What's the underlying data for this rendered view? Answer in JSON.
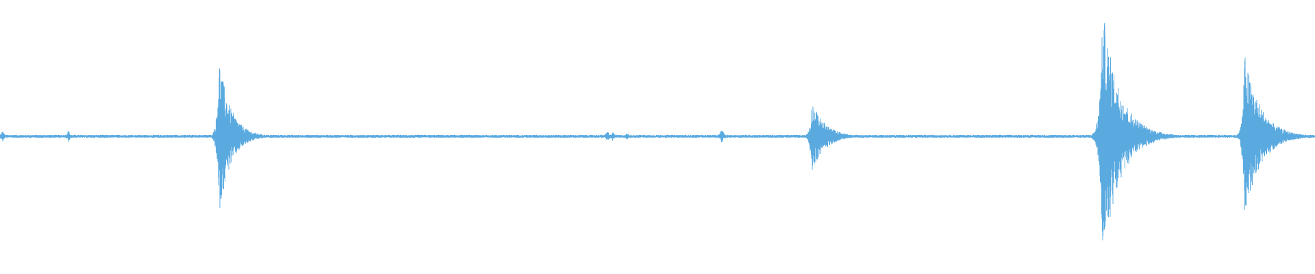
{
  "chart_data": {
    "type": "area",
    "description_role": "audio-waveform",
    "color": "#5aaae0",
    "x_range": [
      0,
      1
    ],
    "y_range": [
      -1,
      1
    ],
    "baseline_noise": 0.012,
    "bursts": [
      {
        "name": "burst-1",
        "center": 0.1665,
        "amplitude": 0.62,
        "attack": 0.0015,
        "decay": 0.009
      },
      {
        "name": "burst-2",
        "center": 0.6175,
        "amplitude": 0.28,
        "attack": 0.0015,
        "decay": 0.01
      },
      {
        "name": "burst-3",
        "center": 0.8385,
        "amplitude": 1.0,
        "attack": 0.002,
        "decay": 0.013
      },
      {
        "name": "burst-4",
        "center": 0.9465,
        "amplitude": 0.65,
        "attack": 0.0015,
        "decay": 0.012
      }
    ],
    "blips": [
      {
        "center": 0.002,
        "amplitude": 0.05
      },
      {
        "center": 0.052,
        "amplitude": 0.05
      },
      {
        "center": 0.462,
        "amplitude": 0.05
      },
      {
        "center": 0.466,
        "amplitude": 0.04
      },
      {
        "center": 0.477,
        "amplitude": 0.03
      },
      {
        "center": 0.549,
        "amplitude": 0.07
      }
    ]
  }
}
